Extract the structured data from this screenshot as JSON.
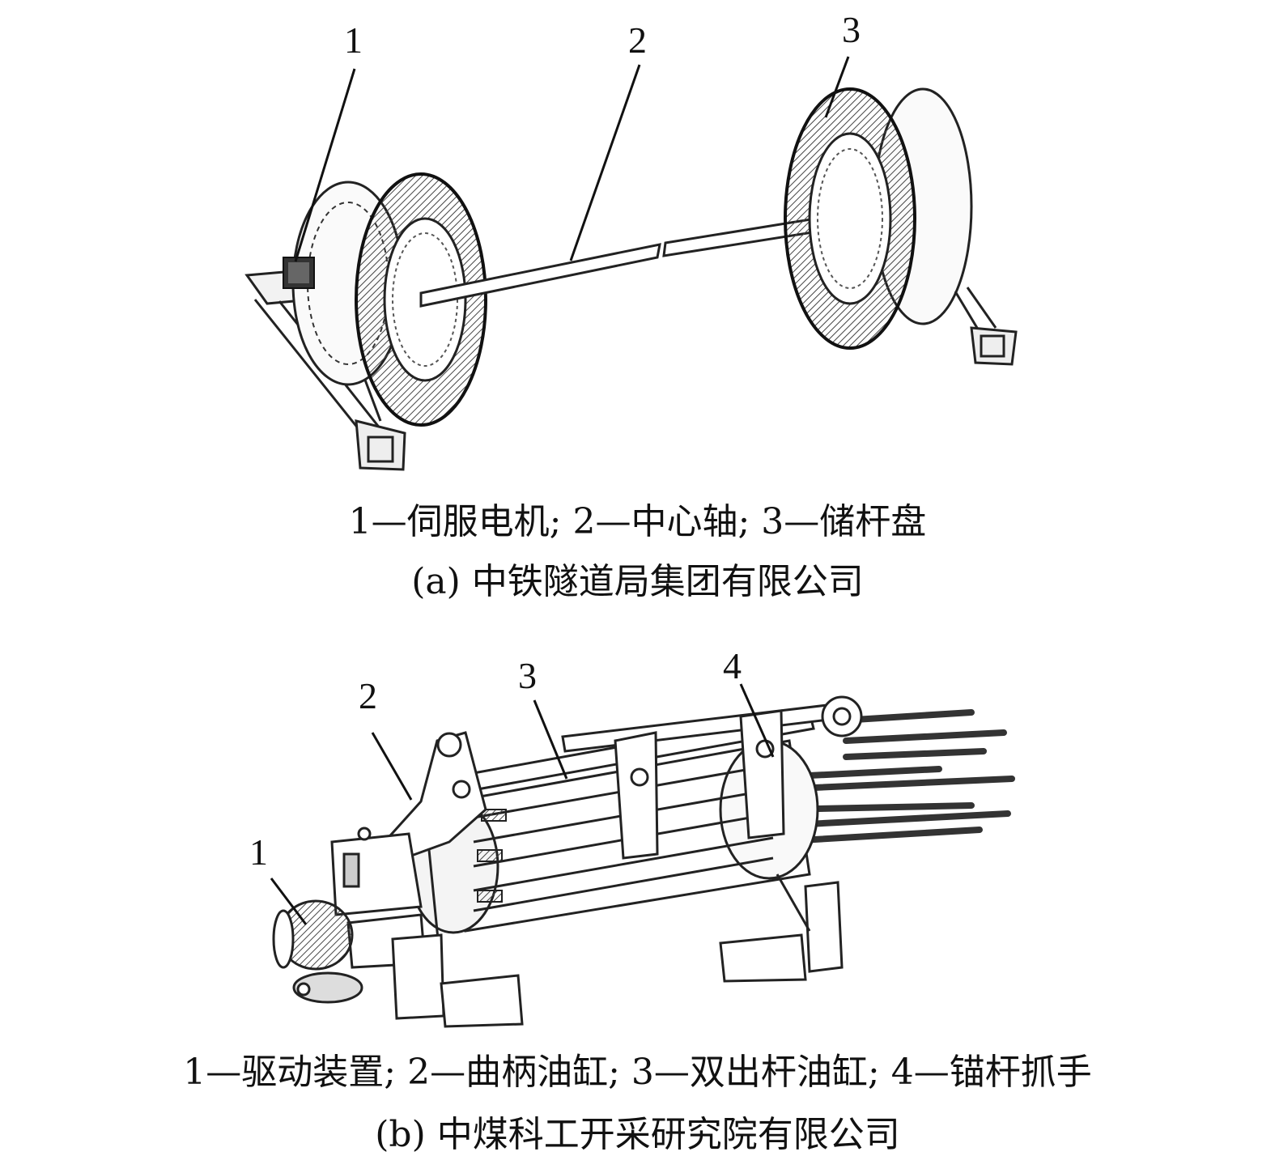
{
  "panel_a": {
    "callouts": [
      "1",
      "2",
      "3"
    ],
    "legend": "1—伺服电机; 2—中心轴; 3—储杆盘",
    "title": "(a) 中铁隧道局集团有限公司"
  },
  "panel_b": {
    "callouts": [
      "1",
      "2",
      "3",
      "4"
    ],
    "legend": "1—驱动装置; 2—曲柄油缸; 3—双出杆油缸; 4—锚杆抓手",
    "title": "(b) 中煤科工开采研究院有限公司"
  },
  "colors": {
    "ink": "#111111",
    "shade": "#555555",
    "light": "#9a9a9a"
  }
}
